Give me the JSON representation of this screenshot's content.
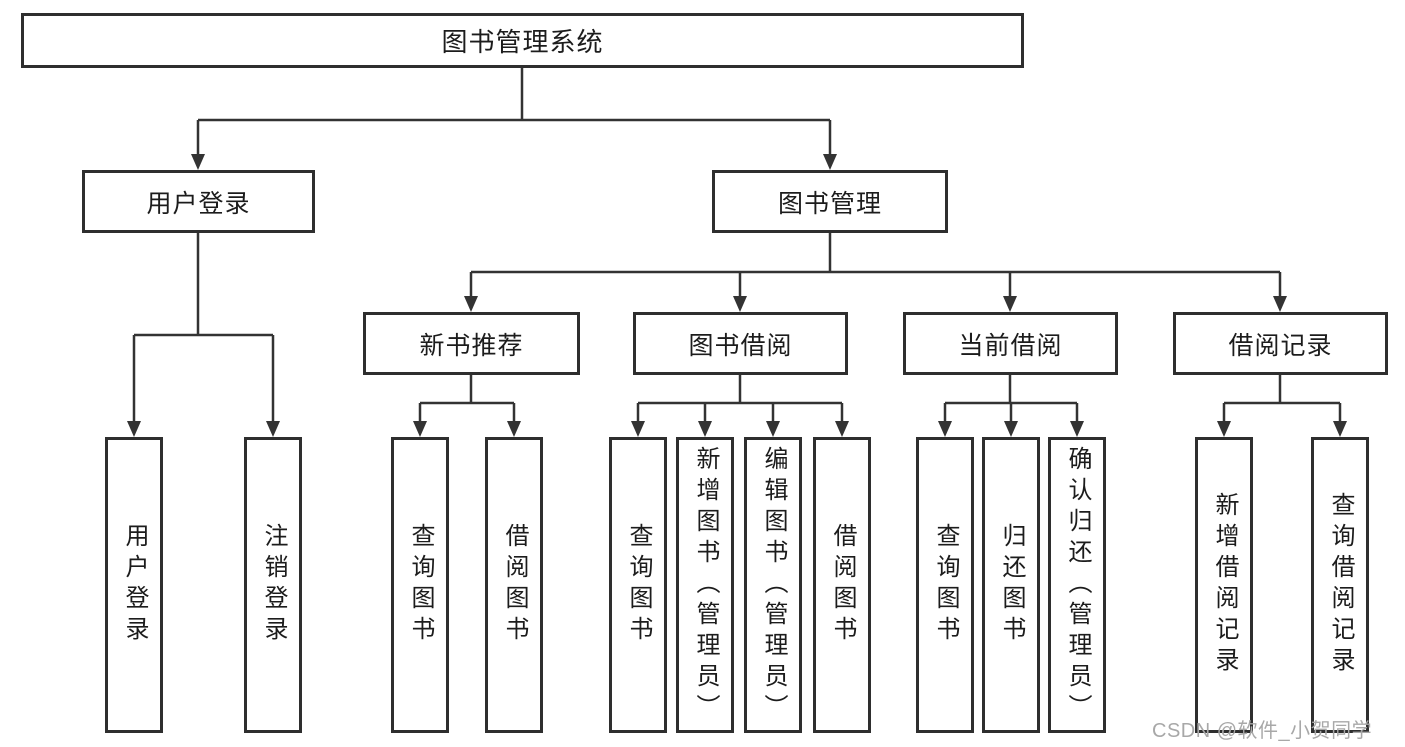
{
  "diagram": {
    "title": "图书管理系统",
    "tree": {
      "label": "图书管理系统",
      "children": [
        {
          "label": "用户登录",
          "children": [
            {
              "label": "用户登录"
            },
            {
              "label": "注销登录"
            }
          ]
        },
        {
          "label": "图书管理",
          "children": [
            {
              "label": "新书推荐",
              "children": [
                {
                  "label": "查询图书"
                },
                {
                  "label": "借阅图书"
                }
              ]
            },
            {
              "label": "图书借阅",
              "children": [
                {
                  "label": "查询图书"
                },
                {
                  "label": "新增图书（管理员）"
                },
                {
                  "label": "编辑图书（管理员）"
                },
                {
                  "label": "借阅图书"
                }
              ]
            },
            {
              "label": "当前借阅",
              "children": [
                {
                  "label": "查询图书"
                },
                {
                  "label": "归还图书"
                },
                {
                  "label": "确认归还（管理员）"
                }
              ]
            },
            {
              "label": "借阅记录",
              "children": [
                {
                  "label": "新增借阅记录"
                },
                {
                  "label": "查询借阅记录"
                }
              ]
            }
          ]
        }
      ]
    },
    "watermark": "CSDN @软件_小贺同学",
    "colors": {
      "line": "#333333",
      "box_border": "#2e2e2e",
      "text": "#1c1c1c",
      "watermark": "#a8a8a8",
      "background": "#ffffff"
    }
  }
}
